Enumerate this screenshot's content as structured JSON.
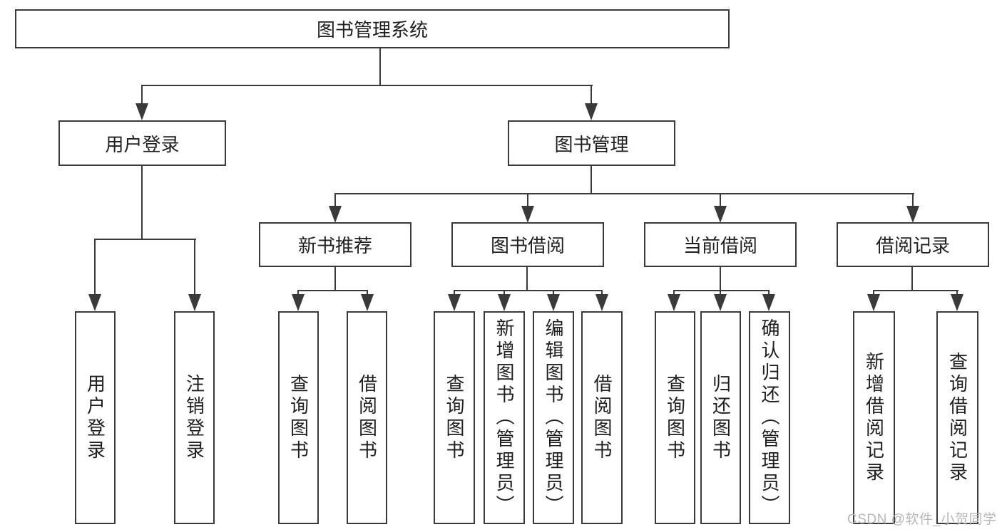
{
  "diagram": {
    "title": "图书管理系统",
    "level2": [
      {
        "label": "用户登录"
      },
      {
        "label": "图书管理"
      }
    ],
    "level3": [
      {
        "label": "新书推荐"
      },
      {
        "label": "图书借阅"
      },
      {
        "label": "当前借阅"
      },
      {
        "label": "借阅记录"
      }
    ],
    "leaves": {
      "login": [
        "用户登录",
        "注销登录"
      ],
      "recommend": [
        "查询图书",
        "借阅图书"
      ],
      "borrow": [
        "查询图书",
        "新增图书（管理员）",
        "编辑图书（管理员）",
        "借阅图书"
      ],
      "current": [
        "查询图书",
        "归还图书",
        "确认归还（管理员）"
      ],
      "records": [
        "新增借阅记录",
        "查询借阅记录"
      ]
    },
    "colors": {
      "line": "#3a3a3a",
      "text": "#1f1f1f",
      "box_background": "#ffffff",
      "watermark": "#b7b7b7"
    }
  },
  "watermark": {
    "text": "CSDN @软件_小贺同学"
  }
}
